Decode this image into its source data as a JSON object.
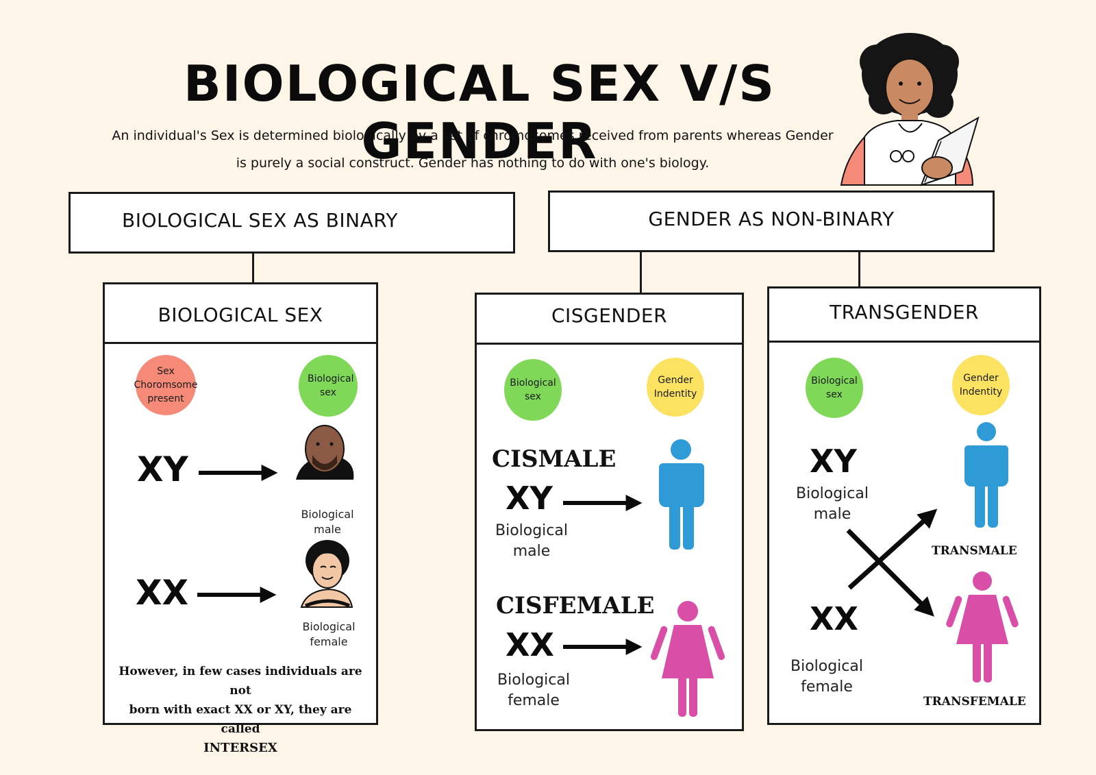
{
  "title": "BIOLOGICAL SEX V/S GENDER",
  "intro": {
    "line1": "An individual's Sex is determined biologically by a set of chromosomes received from parents whereas Gender",
    "line2": "is purely a social construct. Gender has nothing to do with one's biology."
  },
  "branches": {
    "left": "BIOLOGICAL SEX AS BINARY",
    "right": "GENDER AS NON-BINARY"
  },
  "biological_sex": {
    "heading": "BIOLOGICAL SEX",
    "blob_left": "Sex Choromsome present",
    "blob_right": "Biological sex",
    "row1": {
      "chrom": "XY",
      "label": "Biological male"
    },
    "row2": {
      "chrom": "XX",
      "label": "Biological female"
    },
    "note_line1": "However, in few cases individuals are not",
    "note_line2": "born with exact XX or XY, they are called",
    "note_line3": "INTERSEX"
  },
  "cisgender": {
    "heading": "CISGENDER",
    "blob_left": "Biological sex",
    "blob_right": "Gender Indentity",
    "male": {
      "title": "CISMALE",
      "chrom": "XY",
      "label": "Biological male"
    },
    "female": {
      "title": "CISFEMALE",
      "chrom": "XX",
      "label": "Biological female"
    }
  },
  "transgender": {
    "heading": "TRANSGENDER",
    "blob_left": "Biological sex",
    "blob_right": "Gender Indentity",
    "male": {
      "chrom": "XY",
      "label": "Biological male",
      "identity": "TRANSMALE"
    },
    "female": {
      "chrom": "XX",
      "label": "Biological female",
      "identity": "TRANSFEMALE"
    }
  },
  "icons": {
    "teacher": "woman-holding-book-icon",
    "male_avatar": "bald-man-avatar-icon",
    "female_avatar": "woman-avatar-icon",
    "male_figure": "male-figure-icon",
    "female_figure": "female-figure-icon",
    "arrow": "arrow-right-icon",
    "cross_arrow": "crossed-arrows-icon"
  },
  "colors": {
    "background": "#fdf5e8",
    "red_blob": "#f58a78",
    "green_blob": "#7fd857",
    "yellow_blob": "#fbe260",
    "male_blue": "#2f9bd6",
    "female_pink": "#d94ea6"
  }
}
